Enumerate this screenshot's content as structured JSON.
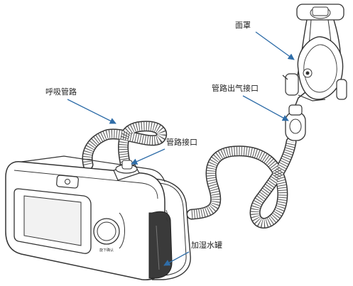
{
  "labels": {
    "mask": "面罩",
    "outlet_port": "管路出气接口",
    "breathing_tube": "呼吸管路",
    "tube_port": "管路接口",
    "humidifier_tank": "加湿水罐"
  },
  "device": {
    "knob_caption": "旋下确认"
  },
  "colors": {
    "line": "#333333",
    "arrow": "#2f6da8",
    "screen": "#f2f2f2"
  }
}
